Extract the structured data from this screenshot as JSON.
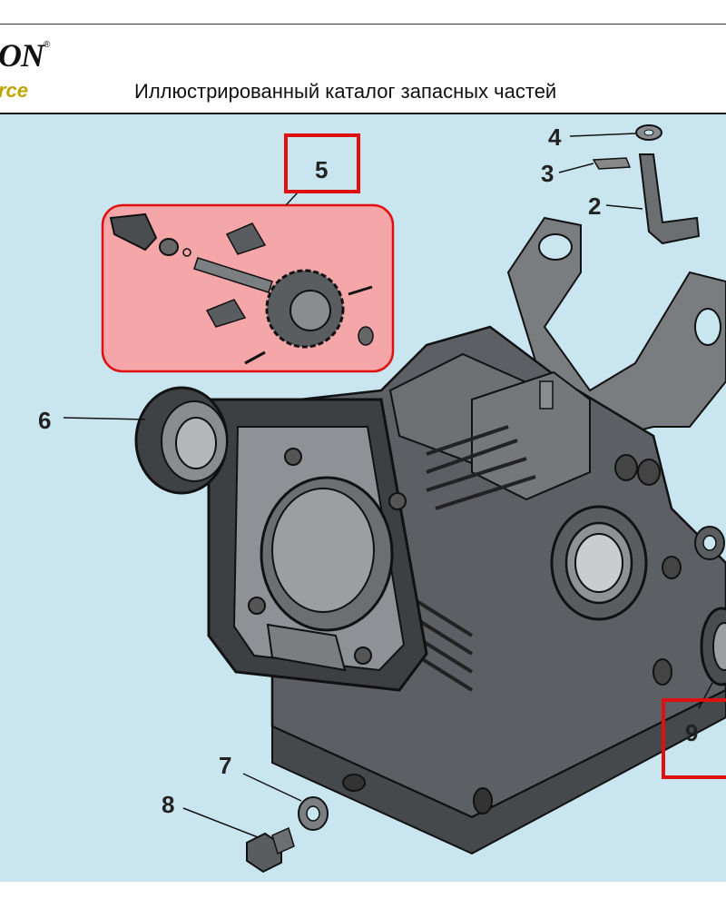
{
  "header": {
    "logo_text": "ON",
    "logo_registered": "®",
    "logo_subtitle": "rce",
    "title": "Иллюстрированный каталог запасных частей"
  },
  "callouts": {
    "c2": "2",
    "c3": "3",
    "c4": "4",
    "c5": "5",
    "c6": "6",
    "c7": "7",
    "c8": "8",
    "c9": "9"
  },
  "colors": {
    "diagram_bg": "#c9e6f0",
    "highlight_red": "#e01010",
    "highlight_fill": "#f4a6a8",
    "logo_gold": "#c2a400"
  }
}
